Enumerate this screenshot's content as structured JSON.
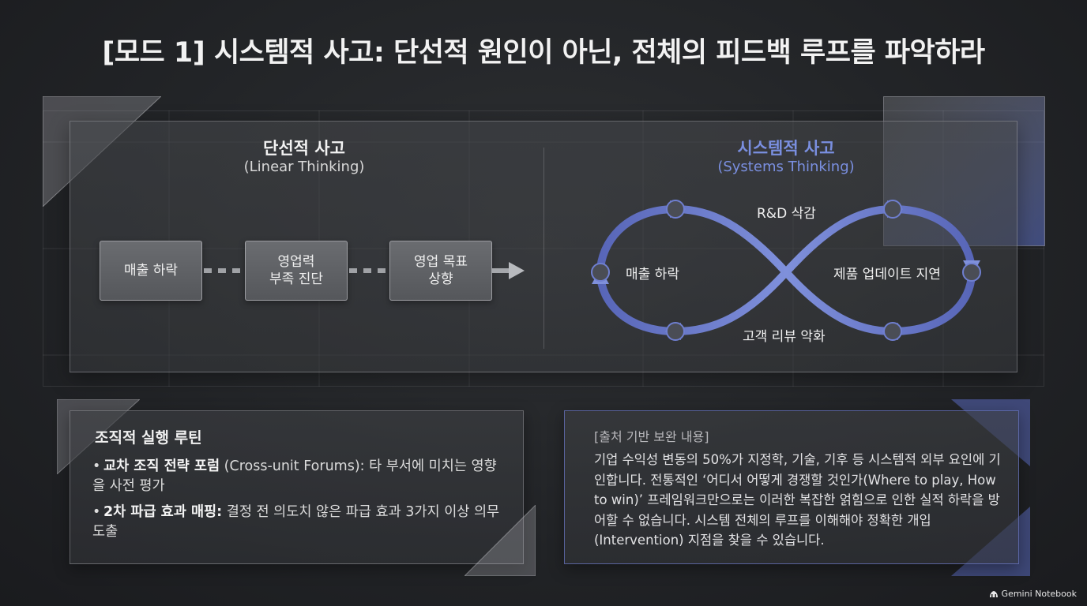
{
  "title": "[모드 1] 시스템적 사고: 단선적 원인이 아닌, 전체의 피드백 루프를 파악하라",
  "linear": {
    "heading": "단선적 사고",
    "subheading": "(Linear Thinking)",
    "steps": [
      "매출 하락",
      "영업력\n부족 진단",
      "영업 목표\n상향"
    ]
  },
  "systems": {
    "heading": "시스템적 사고",
    "subheading": "(Systems Thinking)",
    "loop_labels": {
      "top": "R&D 삭감",
      "left": "매출 하락",
      "right": "제품 업데이트 지연",
      "bottom": "고객 리뷰 악화"
    },
    "accent_color": "#6f83d6"
  },
  "routine": {
    "title": "조직적 실행 루틴",
    "items": [
      {
        "bullet": "•",
        "bold": "교차 조직 전략 포럼",
        "text": " (Cross-unit Forums): 타 부서에 미치는 영향을 사전 평가"
      },
      {
        "bullet": "•",
        "bold": "2차 파급 효과 매핑:",
        "text": " 결정 전 의도치 않은 파급 효과 3가지 이상 의무 도출"
      }
    ]
  },
  "source": {
    "title": "[출처 기반 보완 내용]",
    "text": "기업 수익성 변동의 50%가 지정학, 기술, 기후 등 시스템적 외부 요인에 기인합니다. 전통적인 ‘어디서 어떻게 경쟁할 것인가(Where to play, How to win)’ 프레임워크만으로는 이러한 복잡한 얽힘으로 인한 실적 하락을 방어할 수 없습니다. 시스템 전체의 루프를 이해해야 정확한 개입(Intervention) 지점을 찾을 수 있습니다."
  },
  "footer": {
    "brand": "Gemini Notebook",
    "icon": "gemini-notebook-icon"
  }
}
